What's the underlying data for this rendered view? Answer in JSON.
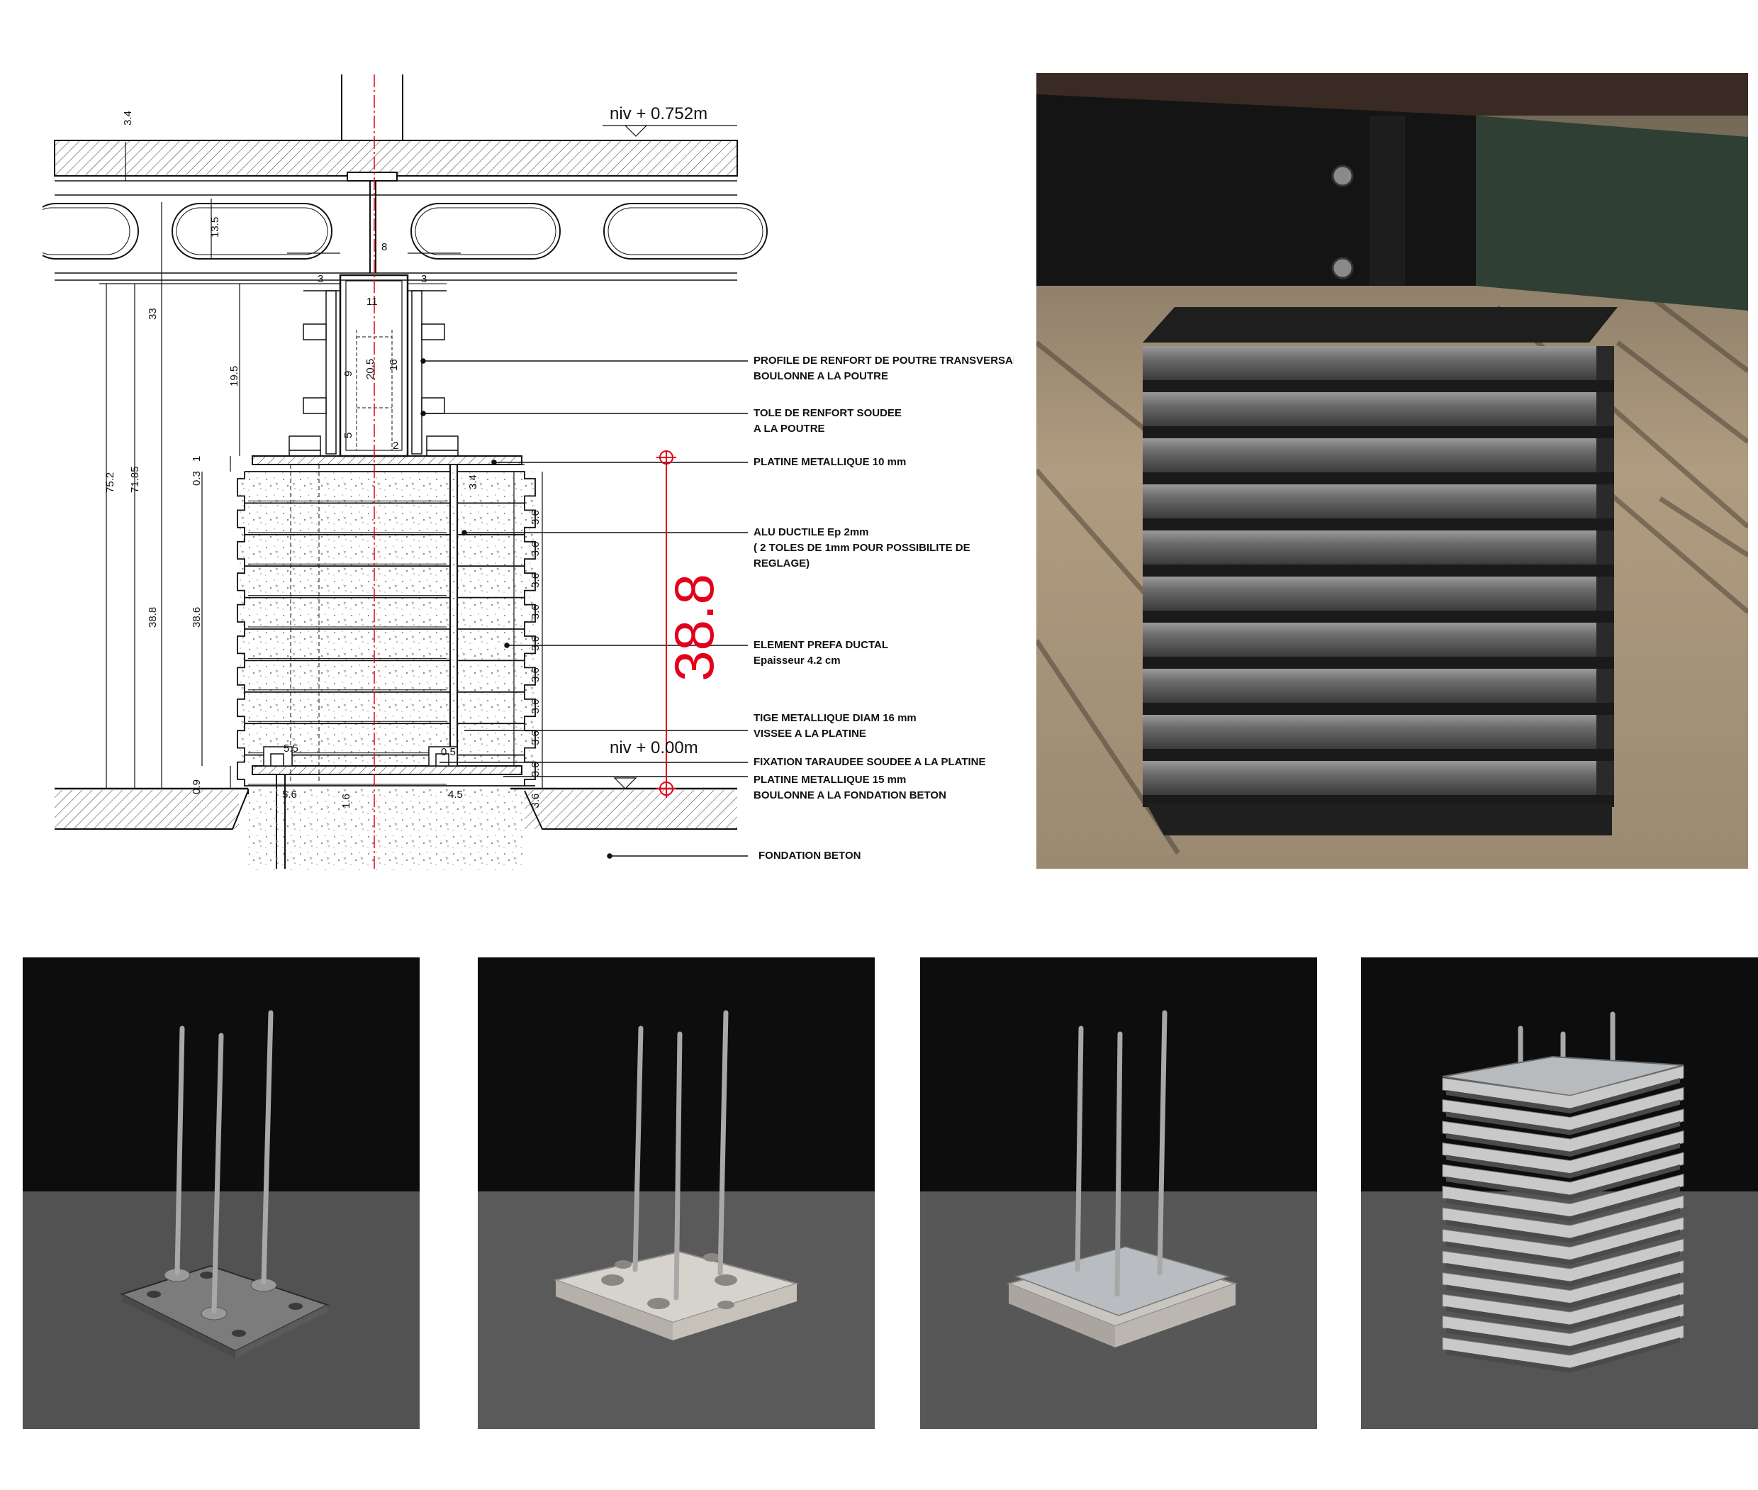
{
  "levels": {
    "top": "niv + 0.752m",
    "bottom": "niv + 0.00m"
  },
  "highlight_dimension": "38.8",
  "dimensions": {
    "d_3_4_top": "3.4",
    "d_13_5": "13.5",
    "d_8": "8",
    "d_3_left": "3",
    "d_3_right": "3",
    "d_11": "11",
    "d_33": "33",
    "d_19_5": "19.5",
    "d_9": "9",
    "d_20_5": "20.5",
    "d_16": "16",
    "d_5": "5",
    "d_2": "2",
    "d_75_2": "75.2",
    "d_71_85": "71.85",
    "d_0_3": "0.3",
    "d_1": "1",
    "d_3_4_side": "3.4",
    "d_38_8": "38.8",
    "d_38_6": "38.6",
    "d_0_9": "0.9",
    "d_5_5": "5.5",
    "d_0_5": "0.5",
    "d_5_6": "5.6",
    "d_4_5": "4.5",
    "d_1_6": "1.6",
    "d_step": "3.6"
  },
  "labels": [
    {
      "line1": "PROFILE DE RENFORT DE POUTRE TRANSVERSALE",
      "line2": "BOULONNE A LA POUTRE",
      "line3": ""
    },
    {
      "line1": "TOLE DE RENFORT SOUDEE",
      "line2": " A LA POUTRE",
      "line3": ""
    },
    {
      "line1": "PLATINE METALLIQUE 10 mm",
      "line2": "",
      "line3": ""
    },
    {
      "line1": "ALU DUCTILE Ep 2mm",
      "line2": "( 2 TOLES DE 1mm POUR POSSIBILITE DE",
      "line3": "REGLAGE)"
    },
    {
      "line1": "ELEMENT PREFA DUCTAL",
      "line2": "Epaisseur  4.2 cm",
      "line3": ""
    },
    {
      "line1": "TIGE METALLIQUE DIAM 16 mm",
      "line2": "VISSEE A LA PLATINE",
      "line3": ""
    },
    {
      "line1": "FIXATION TARAUDEE SOUDEE A LA PLATINE",
      "line2": "",
      "line3": ""
    },
    {
      "line1": "PLATINE METALLIQUE 15 mm",
      "line2": "BOULONNE A LA FONDATION BETON",
      "line3": ""
    },
    {
      "line1": "FONDATION BETON",
      "line2": "",
      "line3": ""
    }
  ],
  "colors": {
    "red": "#e3001b",
    "ink": "#111111"
  }
}
